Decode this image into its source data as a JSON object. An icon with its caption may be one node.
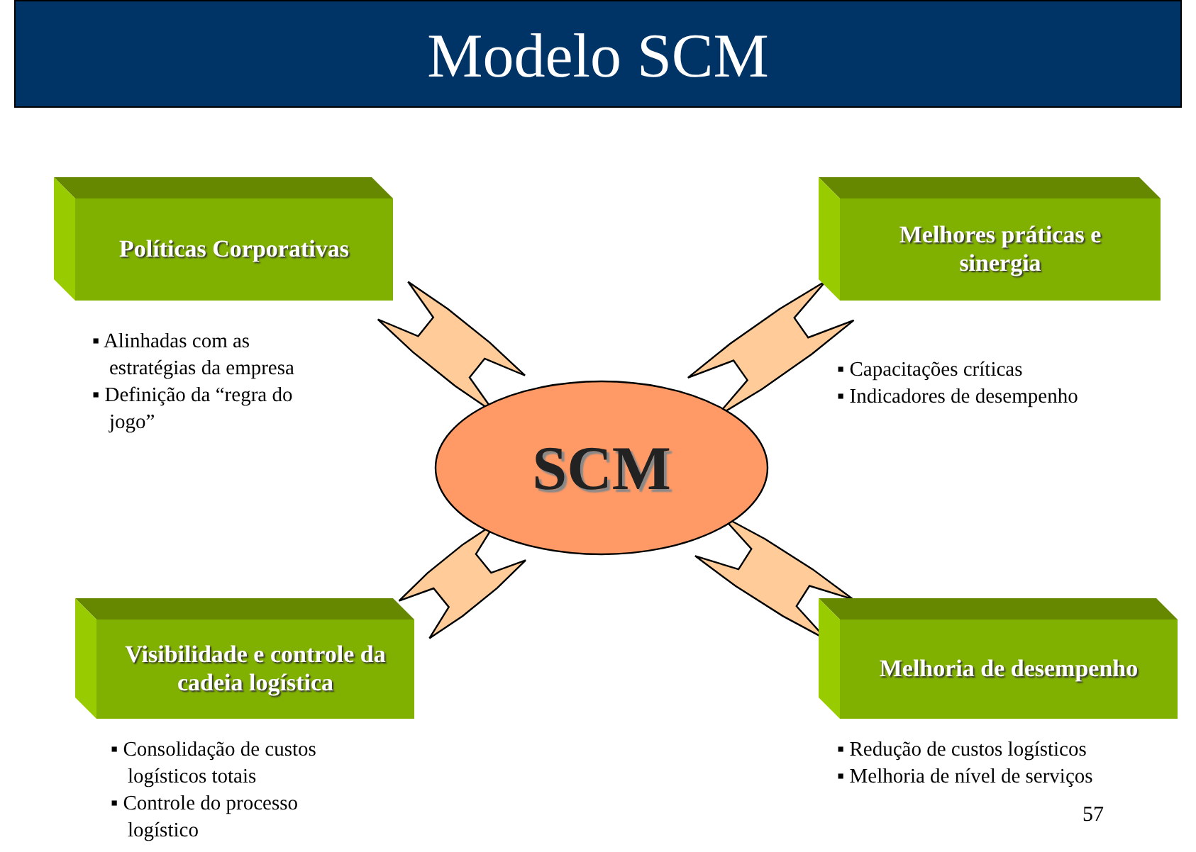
{
  "diagram": {
    "title": "Modelo SCM",
    "nodes": [
      {
        "text": [
          "Políticas Corporativas"
        ],
        "beside": [
          "▪ Alinhadas com as estratégias da empresa",
          "▪ Definição da “regra do jogo”"
        ]
      },
      {
        "text": [
          "Melhores práticas e sinergia"
        ],
        "beside": [
          "▪ Capacitações críticas",
          "▪ Indicadores de desempenho"
        ]
      },
      {
        "text": [
          "SCM"
        ]
      },
      {
        "text": [
          "Visibilidade e controle da cadeia logística"
        ],
        "beside": [
          "▪ Consolidação de custos logísticos totais",
          "▪ Controle do processo logístico"
        ]
      },
      {
        "text": [
          "Melhoria de desempenho"
        ],
        "beside": [
          "▪ Redução de custos logísticos",
          "▪ Melhoria de nível de serviços"
        ]
      }
    ],
    "edges": [
      {
        "from": 0,
        "to": 2,
        "arrow": "none"
      },
      {
        "from": 1,
        "to": 2,
        "arrow": "none"
      },
      {
        "from": 3,
        "to": 2,
        "arrow": "none"
      },
      {
        "from": 4,
        "to": 2,
        "arrow": "none"
      }
    ],
    "labels": [
      "57"
    ]
  }
}
